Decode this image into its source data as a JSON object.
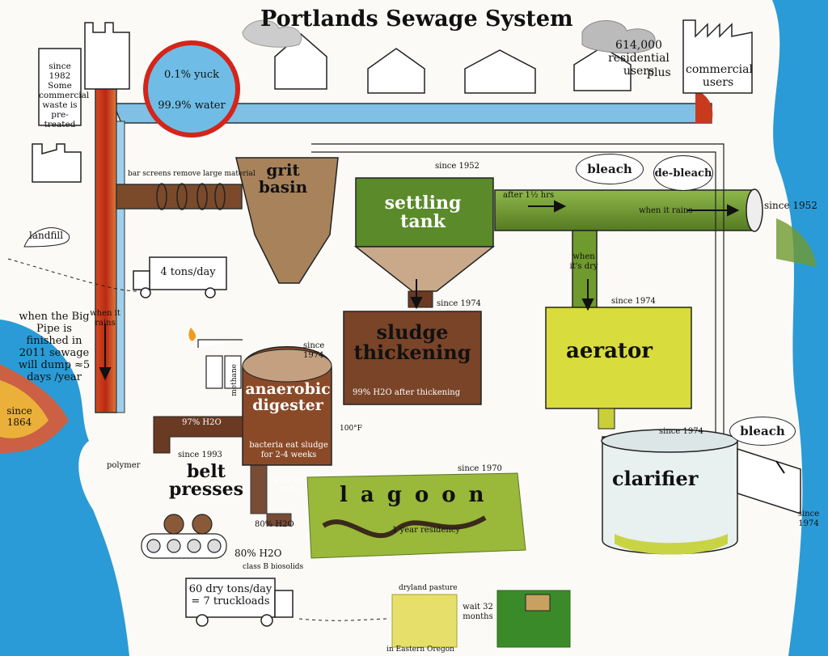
{
  "title": "Portlands Sewage System",
  "users": {
    "residential": "614,000 residential users",
    "plus": "plus",
    "commercial": "commercial users"
  },
  "pretreated_note": "since 1982 Some commercial waste is pre-treated",
  "composition": {
    "yuck": "0.1% yuck",
    "water": "99.9% water"
  },
  "river_left_since": "since 1864",
  "when_it_rains_left": "when it rains",
  "big_pipe_note": "when the Big Pipe is finished in 2011 sewage will dump ≈5 days /year",
  "landfill": "landfill",
  "truck_grit": "4 tons/day",
  "bar_screens": "bar screens remove large material",
  "grit_basin": "grit basin",
  "settling_tank": {
    "label": "settling tank",
    "since": "since 1952"
  },
  "after_time": "after 1½ hrs",
  "bleach_top": "bleach",
  "debleach": "de-bleach",
  "when_it_rains_right": "when it rains",
  "outfall_since": "since 1952",
  "when_its_dry": "when it's dry",
  "sludge_thickening": {
    "label": "sludge thickening",
    "since": "since 1974",
    "note": "99% H2O after thickening"
  },
  "aerator": {
    "label": "aerator",
    "since": "since 1974"
  },
  "digester": {
    "label": "anaerobic digester",
    "since": "since 1974",
    "note": "bacteria eat sludge for 2-4 weeks",
    "temp": "100°F",
    "methane": "methane"
  },
  "water_97": "97% H2O",
  "belt_presses": {
    "label": "belt presses",
    "since": "since 1993",
    "polymer": "polymer"
  },
  "if_too_wet": "if it's too wet...",
  "water_80_a": "80% H2O",
  "water_80_b": "80% H2O",
  "class_b": "class B biosolids",
  "lagoon": {
    "label": "lagoon",
    "since": "since 1970",
    "residency": "1 year residency"
  },
  "clarifier": {
    "label": "clarifier",
    "since": "since 1974"
  },
  "bleach_right": "bleach",
  "right_since": "since 1974",
  "truck_bottom": "60 dry tons/day = 7 truckloads",
  "dryland": "dryland pasture",
  "eastern_oregon": "in Eastern Oregon",
  "wait": "wait 32 months",
  "colors": {
    "river": "#2a9bd6",
    "pipe_blue": "#8cc8e8",
    "sewage_red": "#c73a1e",
    "sludge": "#6b3a22",
    "green": "#6f9a2e",
    "yellow": "#d9e04a"
  }
}
